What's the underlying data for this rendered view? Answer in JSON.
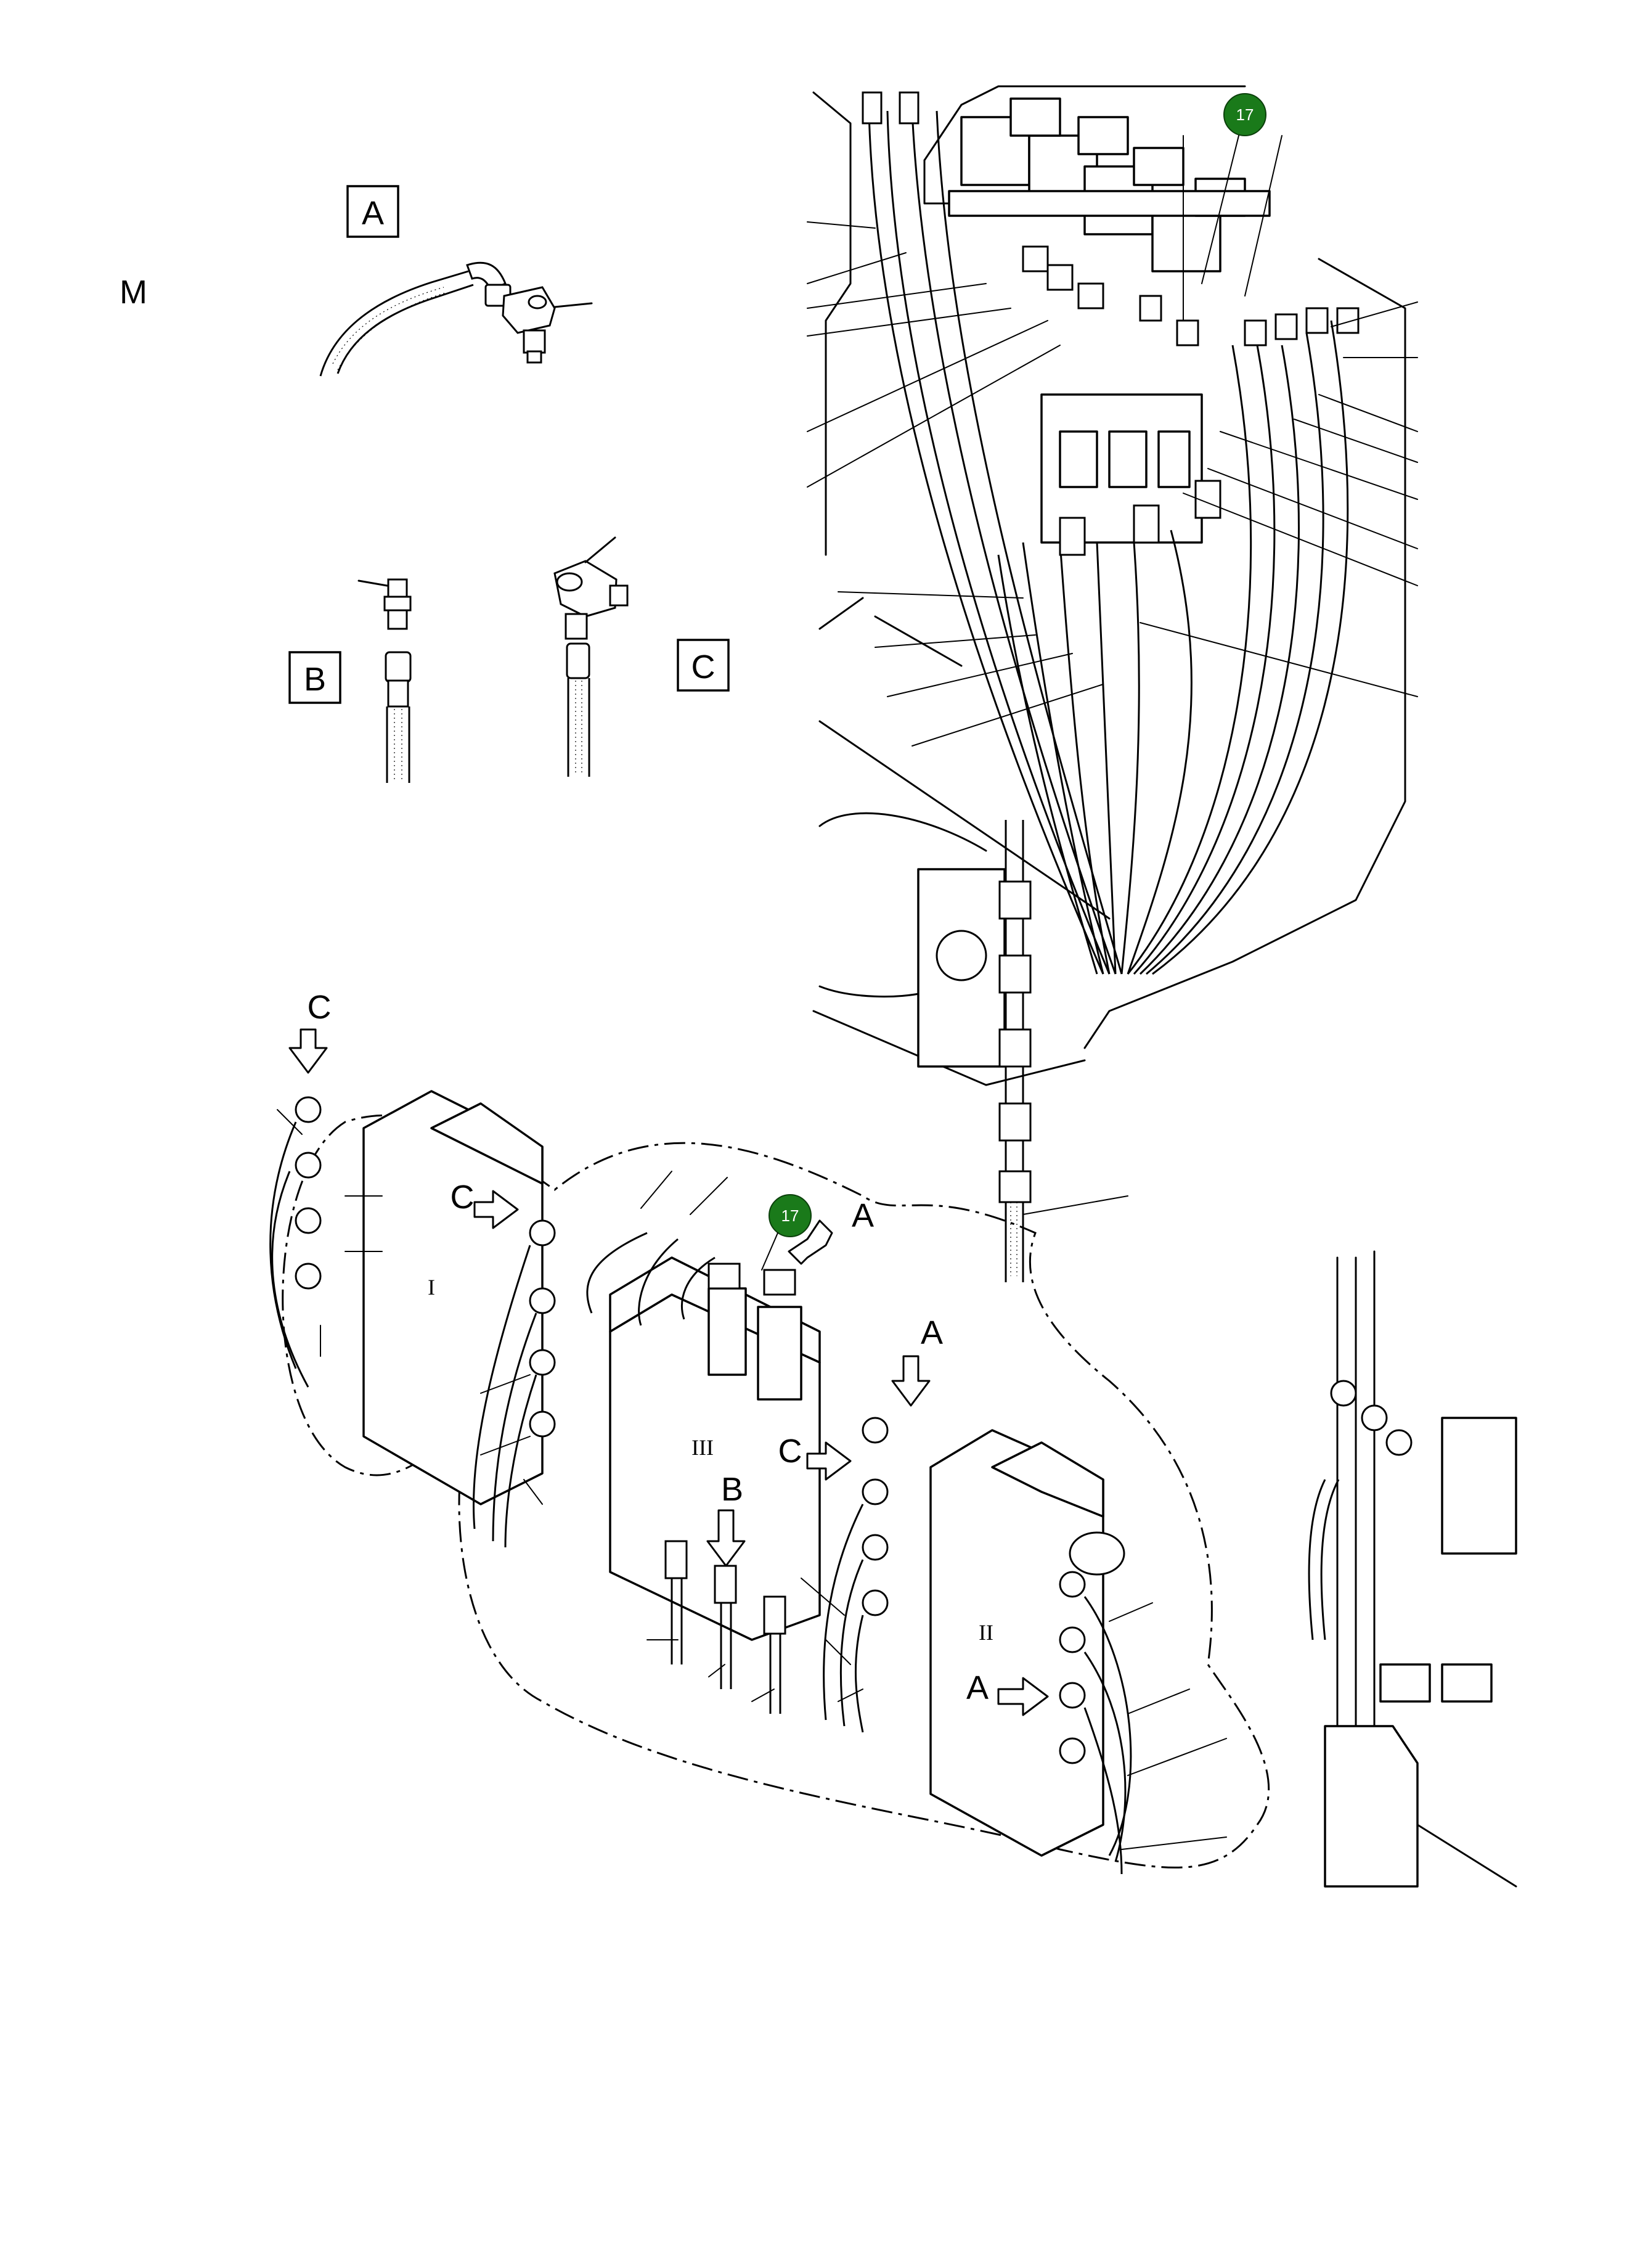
{
  "diagram": {
    "corner_label": "M",
    "detail_labels": {
      "a": "A",
      "b": "B",
      "c": "C"
    },
    "view_arrow_labels": {
      "c_top": "C",
      "c_left_block": "C",
      "a_top": "A",
      "a_right_block": "A",
      "c_center": "C",
      "b_center": "B",
      "a_lower": "A"
    },
    "callout_badges": [
      {
        "text": "17"
      },
      {
        "text": "17"
      }
    ],
    "block_labels": {
      "block_1": "I",
      "block_2": "II",
      "block_3": "III"
    },
    "colors": {
      "line": "#000000",
      "badge": "#1a7a1a",
      "background": "#ffffff"
    }
  }
}
